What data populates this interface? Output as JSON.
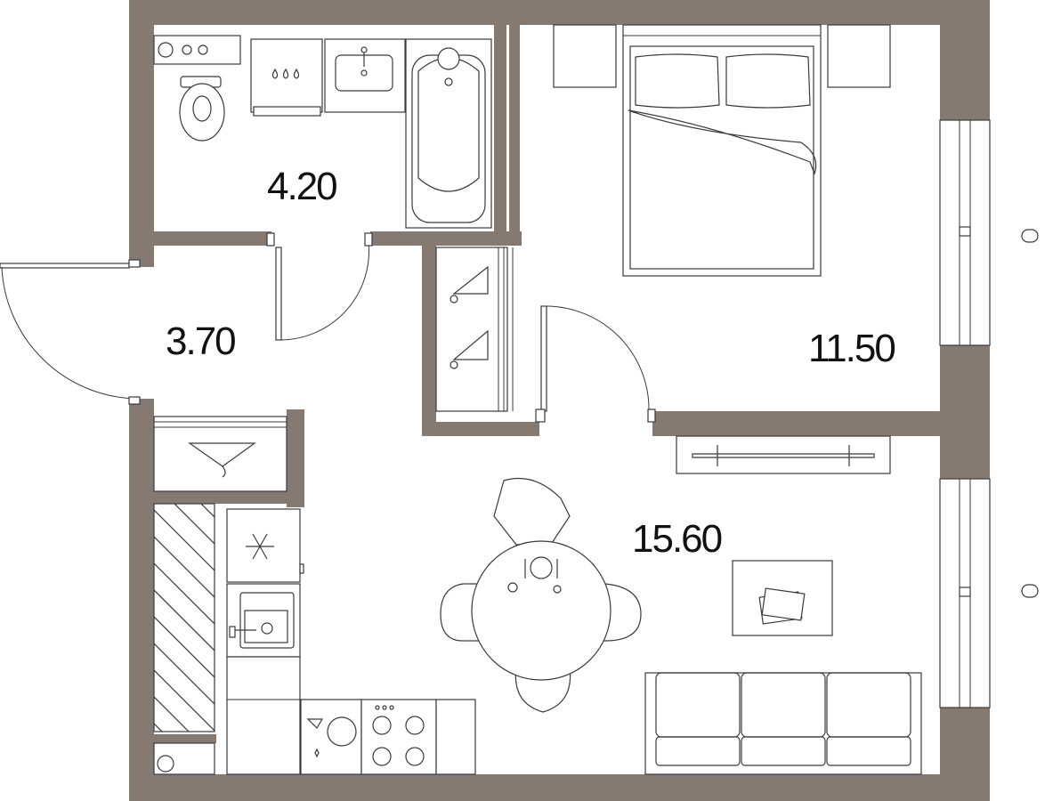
{
  "rooms": [
    {
      "id": "bathroom",
      "area": "4.20"
    },
    {
      "id": "hallway",
      "area": "3.70"
    },
    {
      "id": "bedroom",
      "area": "11.50"
    },
    {
      "id": "living-kitchen",
      "area": "15.60"
    }
  ],
  "colors": {
    "wall": "#857a71",
    "line": "#3a3a3a",
    "background": "#ffffff"
  },
  "icons": [
    "toilet-icon",
    "bathtub-icon",
    "sink-icon",
    "washing-machine-icon",
    "bed-icon",
    "wardrobe-hanger-icon",
    "fridge-snowflake-icon",
    "kitchen-sink-icon",
    "stove-icon",
    "dishwasher-icon",
    "dining-table-icon",
    "sofa-icon",
    "tv-icon",
    "coffee-table-icon",
    "window-icon",
    "door-icon"
  ]
}
